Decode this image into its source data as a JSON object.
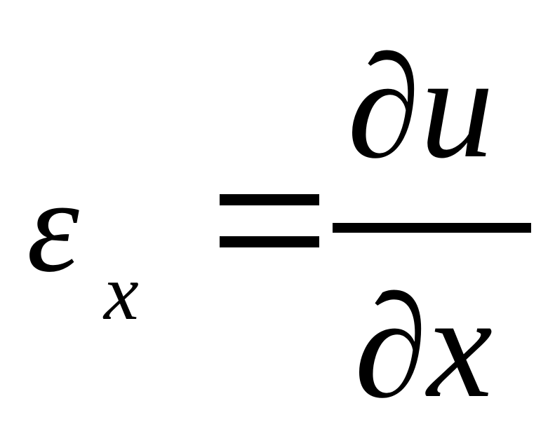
{
  "formula": {
    "lhs_symbol": "ε",
    "lhs_subscript": "x",
    "relation": "=",
    "numerator": "∂u",
    "denominator": "∂x"
  }
}
